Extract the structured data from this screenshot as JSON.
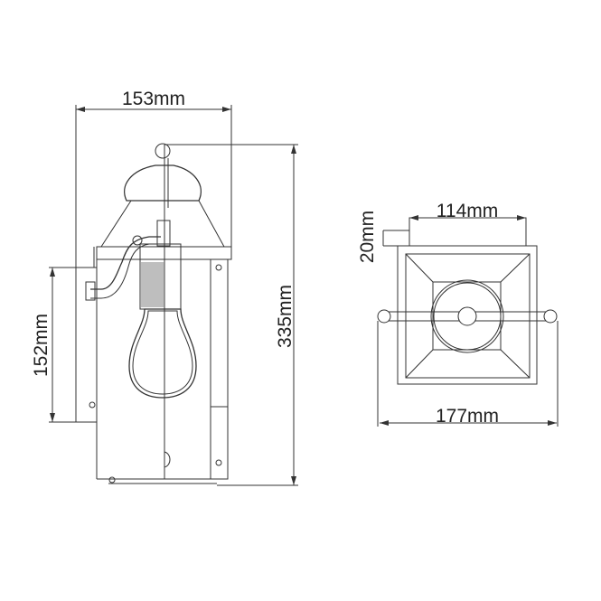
{
  "side_view": {
    "width_label": "153mm",
    "height_label": "335mm",
    "backplate_label": "152mm"
  },
  "top_view": {
    "cap_width_label": "114mm",
    "cap_height_label": "20mm",
    "overall_width_label": "177mm"
  },
  "colors": {
    "line": "#333333",
    "background": "#ffffff"
  }
}
